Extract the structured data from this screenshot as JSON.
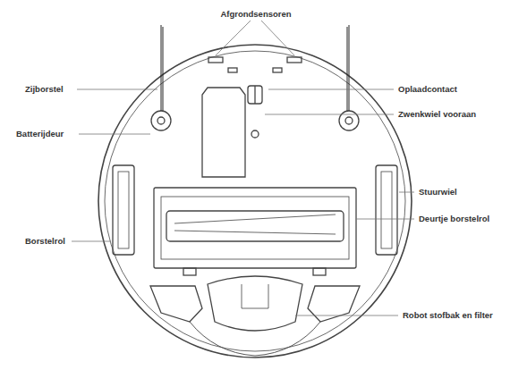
{
  "diagram": {
    "labels": [
      "Afgrondsensoren",
      "Zijborstel",
      "Oplaadcontact",
      "Batterijdeur",
      "Zwenkwiel vooraan",
      "Stuurwiel",
      "Deurtje borstelrol",
      "Borstelrol",
      "Robot stofbak en filter"
    ]
  }
}
